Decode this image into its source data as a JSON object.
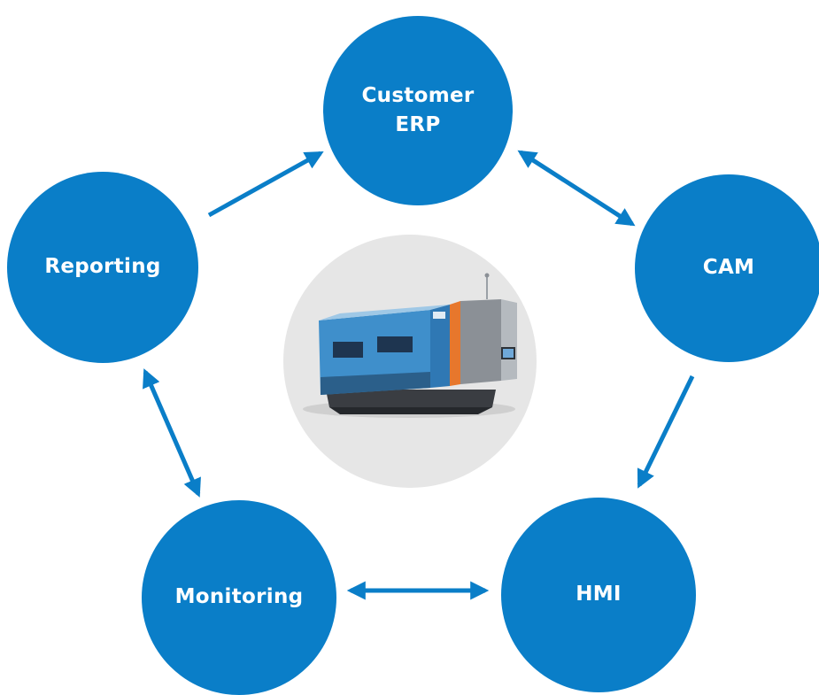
{
  "diagram": {
    "nodes": [
      {
        "id": "erp",
        "label": "Customer\nERP"
      },
      {
        "id": "cam",
        "label": "CAM"
      },
      {
        "id": "hmi",
        "label": "HMI"
      },
      {
        "id": "monitoring",
        "label": "Monitoring"
      },
      {
        "id": "reporting",
        "label": "Reporting"
      }
    ],
    "edges": [
      {
        "from": "reporting",
        "to": "erp",
        "direction": "forward"
      },
      {
        "from": "erp",
        "to": "cam",
        "direction": "both"
      },
      {
        "from": "cam",
        "to": "hmi",
        "direction": "forward"
      },
      {
        "from": "hmi",
        "to": "monitoring",
        "direction": "both"
      },
      {
        "from": "monitoring",
        "to": "reporting",
        "direction": "both"
      }
    ],
    "center_image": "laser-cutting-machine",
    "colors": {
      "node_fill": "#0a7ec8",
      "node_text": "#ffffff",
      "arrow": "#0a7ec8",
      "center_disc": "#e6e6e6"
    }
  }
}
